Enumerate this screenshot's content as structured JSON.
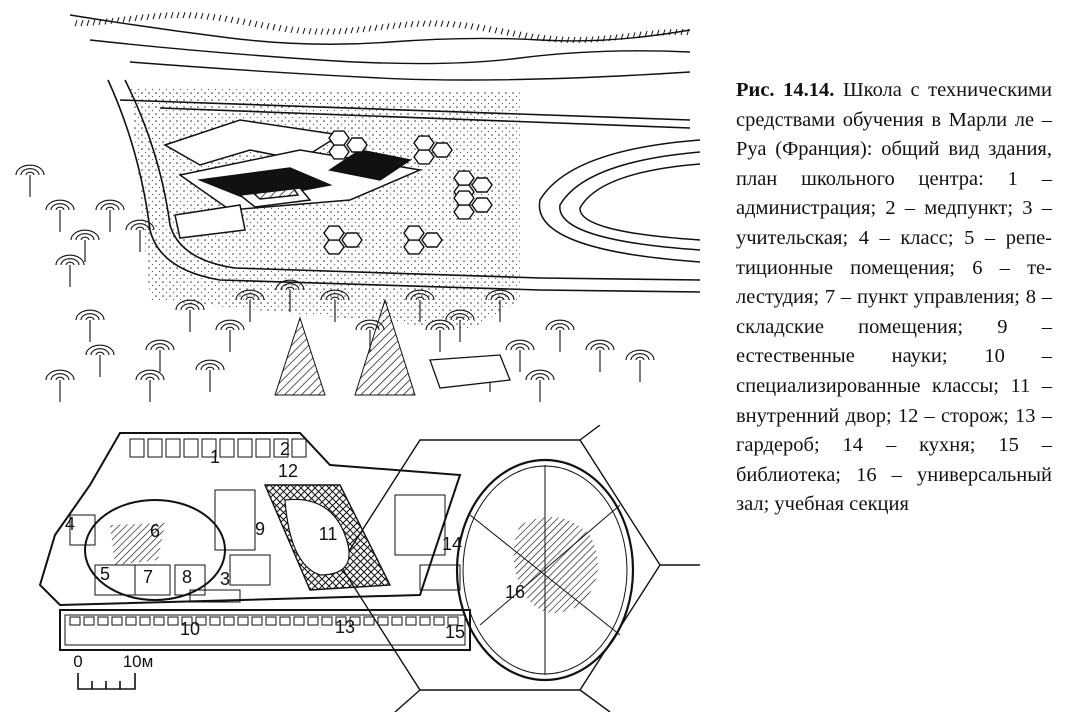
{
  "figure": {
    "label": "Рис. 14.14.",
    "caption": " Школа с техничес­кими средствами обучения в Марли ле – Руа (Франция): общий вид здания, план школьного центра: 1 – администра­ция; 2 – медпункт; 3 – учи­тельская; 4 – класс; 5 – репе­тиционные помещения; 6 – те­лестудия; 7 – пункт управле­ния; 8 – складские помеще­ния; 9 – естественные науки; 10 – специализированные классы; 11 – внутренний двор; 12 – сторож; 13 – гардероб; 14 – кухня; 15 – библиотека; 16 – универсальный зал; учеб­ная секция"
  },
  "plan": {
    "labels": [
      "1",
      "2",
      "3",
      "4",
      "5",
      "6",
      "7",
      "8",
      "9",
      "10",
      "11",
      "12",
      "13",
      "14",
      "15",
      "16"
    ],
    "scale_zero": "0",
    "scale_ten": "10м"
  },
  "colors": {
    "ink": "#111111",
    "paper": "#ffffff"
  }
}
